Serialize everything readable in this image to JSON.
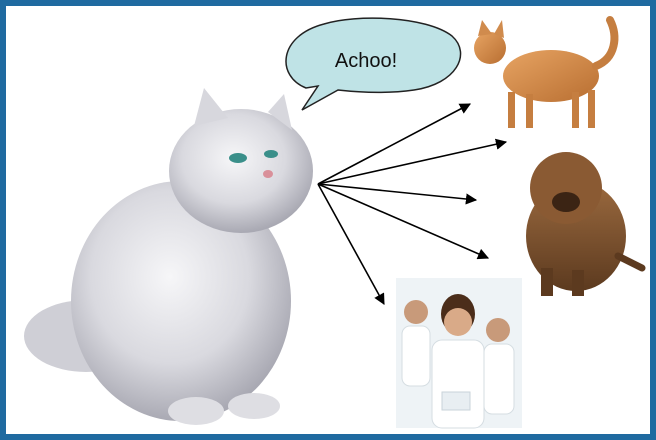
{
  "speech_bubble": {
    "text": "Achoo!"
  },
  "colors": {
    "frame_border": "#1f6aa0",
    "bubble_fill": "#bfe3e6",
    "bubble_stroke": "#222222",
    "arrow": "#000000"
  },
  "figures": {
    "source": "persian-cat",
    "targets": [
      "orange-tabby-cat",
      "brown-shaggy-dog",
      "medical-staff-group"
    ]
  }
}
